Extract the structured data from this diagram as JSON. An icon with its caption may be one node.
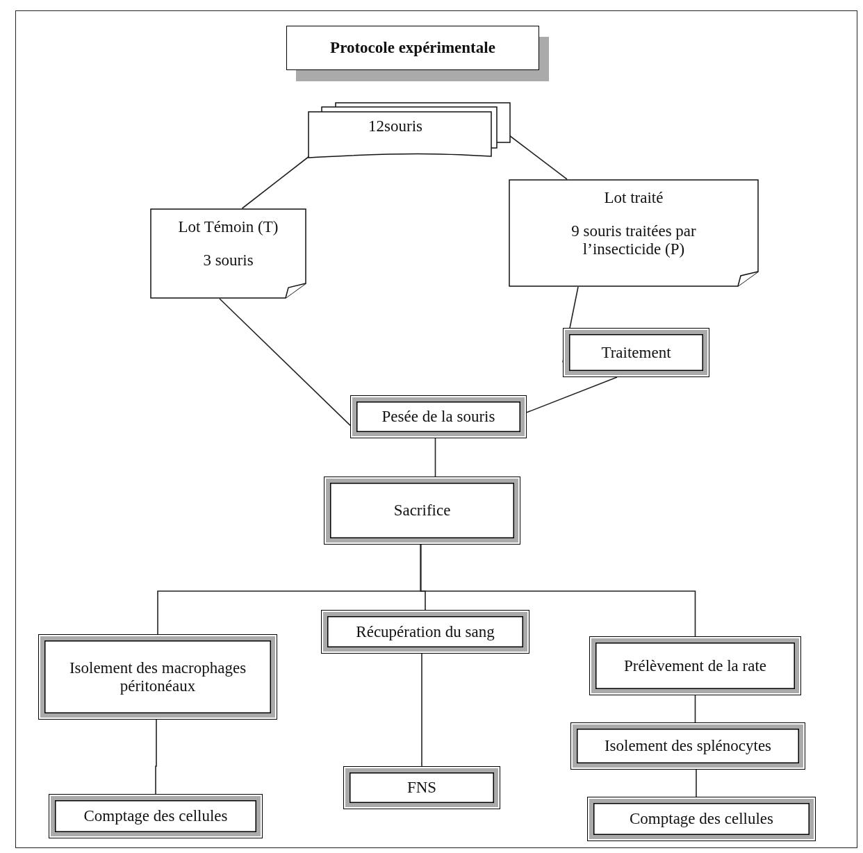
{
  "diagram": {
    "nodes": [
      {
        "text": [
          "Protocole expérimentale"
        ]
      },
      {
        "text": [
          "12souris"
        ]
      },
      {
        "text": [
          "Lot Témoin (T)",
          "3 souris"
        ]
      },
      {
        "text": [
          "Lot traité",
          "9 souris traitées par l’insecticide (P)"
        ]
      },
      {
        "text": [
          "Traitement"
        ]
      },
      {
        "text": [
          "Pesée de la souris"
        ]
      },
      {
        "text": [
          "Sacrifice"
        ]
      },
      {
        "text": [
          "Isolement des macrophages péritonéaux"
        ]
      },
      {
        "text": [
          "Récupération du sang"
        ]
      },
      {
        "text": [
          "Prélèvement de la rate"
        ]
      },
      {
        "text": [
          "Comptage des cellules"
        ]
      },
      {
        "text": [
          "FNS"
        ]
      },
      {
        "text": [
          "Isolement des splénocytes"
        ]
      },
      {
        "text": [
          "Comptage des cellules"
        ]
      }
    ],
    "edges": [
      {
        "from": 1,
        "to": 2,
        "arrow": "none"
      },
      {
        "from": 1,
        "to": 3,
        "arrow": "none"
      },
      {
        "from": 2,
        "to": 5,
        "arrow": "none"
      },
      {
        "from": 3,
        "to": 4,
        "arrow": "none"
      },
      {
        "from": 4,
        "to": 5,
        "arrow": "none"
      },
      {
        "from": 5,
        "to": 6,
        "arrow": "none"
      },
      {
        "from": 6,
        "to": 7,
        "arrow": "none"
      },
      {
        "from": 6,
        "to": 8,
        "arrow": "none"
      },
      {
        "from": 6,
        "to": 9,
        "arrow": "none"
      },
      {
        "from": 7,
        "to": 10,
        "arrow": "none"
      },
      {
        "from": 8,
        "to": 11,
        "arrow": "none"
      },
      {
        "from": 9,
        "to": 12,
        "arrow": "none"
      },
      {
        "from": 12,
        "to": 13,
        "arrow": "none"
      }
    ]
  }
}
